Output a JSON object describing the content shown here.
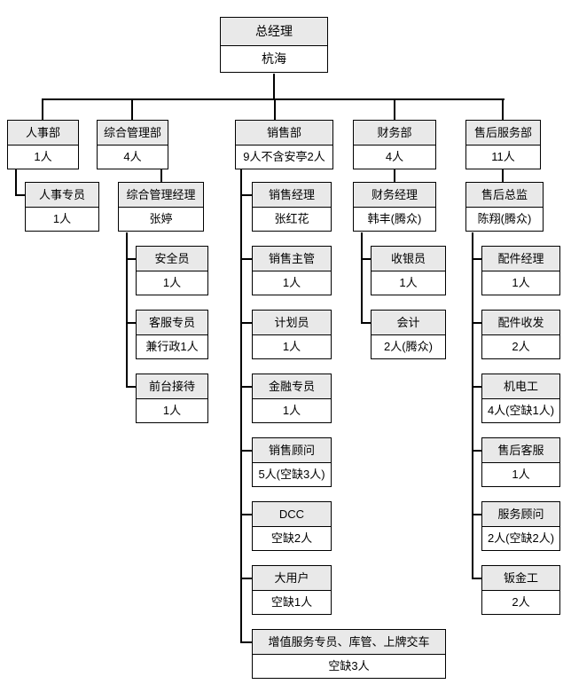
{
  "diagram": {
    "type": "org-chart",
    "root": {
      "title": "总经理",
      "value": "杭海"
    },
    "departments": [
      {
        "title": "人事部",
        "value": "1人",
        "children": [
          {
            "title": "人事专员",
            "value": "1人"
          }
        ]
      },
      {
        "title": "综合管理部",
        "value": "4人",
        "manager": {
          "title": "综合管理经理",
          "value": "张婷"
        },
        "children": [
          {
            "title": "安全员",
            "value": "1人"
          },
          {
            "title": "客服专员",
            "value": "兼行政1人"
          },
          {
            "title": "前台接待",
            "value": "1人"
          }
        ]
      },
      {
        "title": "销售部",
        "value": "9人不含安亭2人",
        "children": [
          {
            "title": "销售经理",
            "value": "张红花"
          },
          {
            "title": "销售主管",
            "value": "1人"
          },
          {
            "title": "计划员",
            "value": "1人"
          },
          {
            "title": "金融专员",
            "value": "1人"
          },
          {
            "title": "销售顾问",
            "value": "5人(空缺3人)"
          },
          {
            "title": "DCC",
            "value": "空缺2人"
          },
          {
            "title": "大用户",
            "value": "空缺1人"
          },
          {
            "title": "增值服务专员、库管、上牌交车",
            "value": "空缺3人"
          }
        ]
      },
      {
        "title": "财务部",
        "value": "4人",
        "manager": {
          "title": "财务经理",
          "value": "韩丰(腾众)"
        },
        "children": [
          {
            "title": "收银员",
            "value": "1人"
          },
          {
            "title": "会计",
            "value": "2人(腾众)"
          }
        ]
      },
      {
        "title": "售后服务部",
        "value": "11人",
        "manager": {
          "title": "售后总监",
          "value": "陈翔(腾众)"
        },
        "children": [
          {
            "title": "配件经理",
            "value": "1人"
          },
          {
            "title": "配件收发",
            "value": "2人"
          },
          {
            "title": "机电工",
            "value": "4人(空缺1人)"
          },
          {
            "title": "售后客服",
            "value": "1人"
          },
          {
            "title": "服务顾问",
            "value": "2人(空缺2人)"
          },
          {
            "title": "钣金工",
            "value": "2人"
          }
        ]
      }
    ],
    "colors": {
      "header_bg": "#e9e9e9",
      "node_bg": "#ffffff",
      "border": "#000000",
      "background": "#ffffff"
    }
  }
}
